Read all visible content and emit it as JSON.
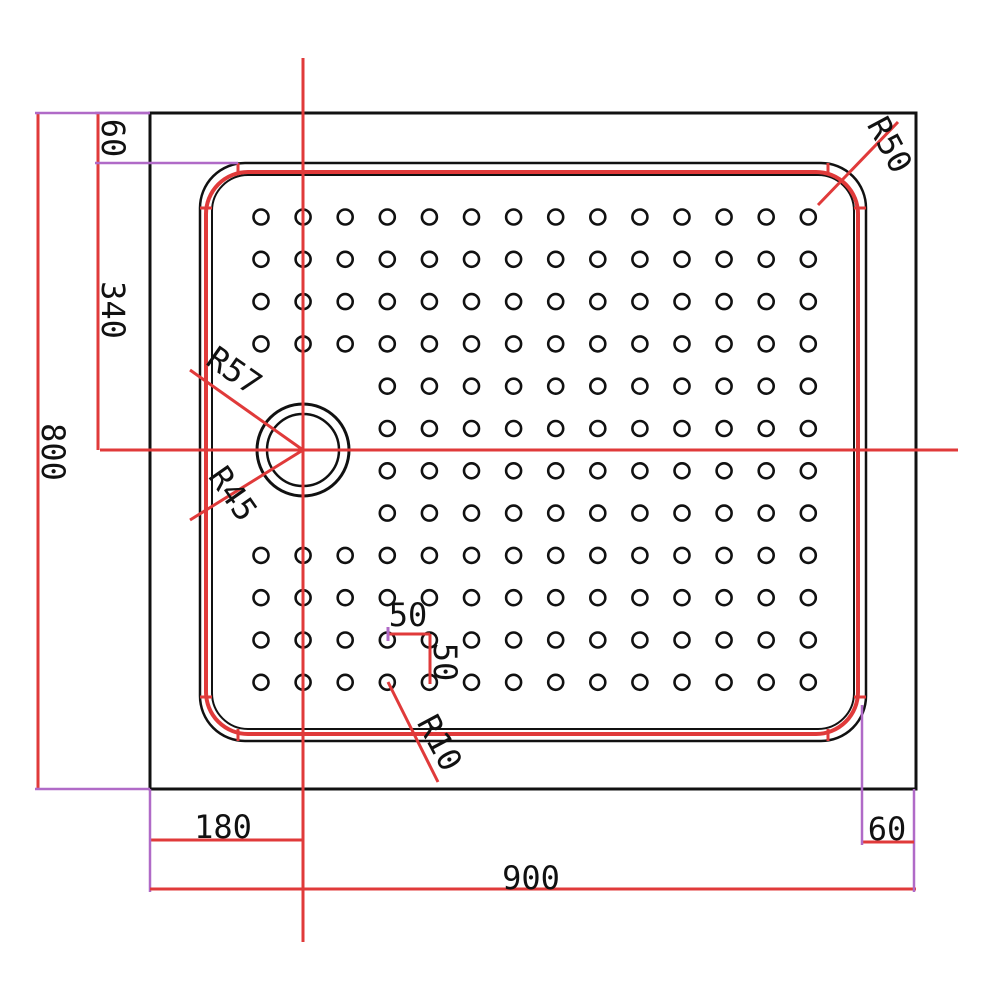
{
  "dimensions": {
    "overall_width": "900",
    "overall_depth": "800",
    "top_rim": "60",
    "drain_offset_y": "340",
    "drain_offset_x": "180",
    "right_rim": "60",
    "hole_pitch_x": "50",
    "hole_pitch_y": "50",
    "radius_corner_outer": "R50",
    "radius_drain_outer": "R57",
    "radius_drain_inner": "R45",
    "radius_hole": "R10"
  },
  "colors": {
    "red": "#e03a3a",
    "purple": "#b06ac7",
    "black": "#111111"
  }
}
